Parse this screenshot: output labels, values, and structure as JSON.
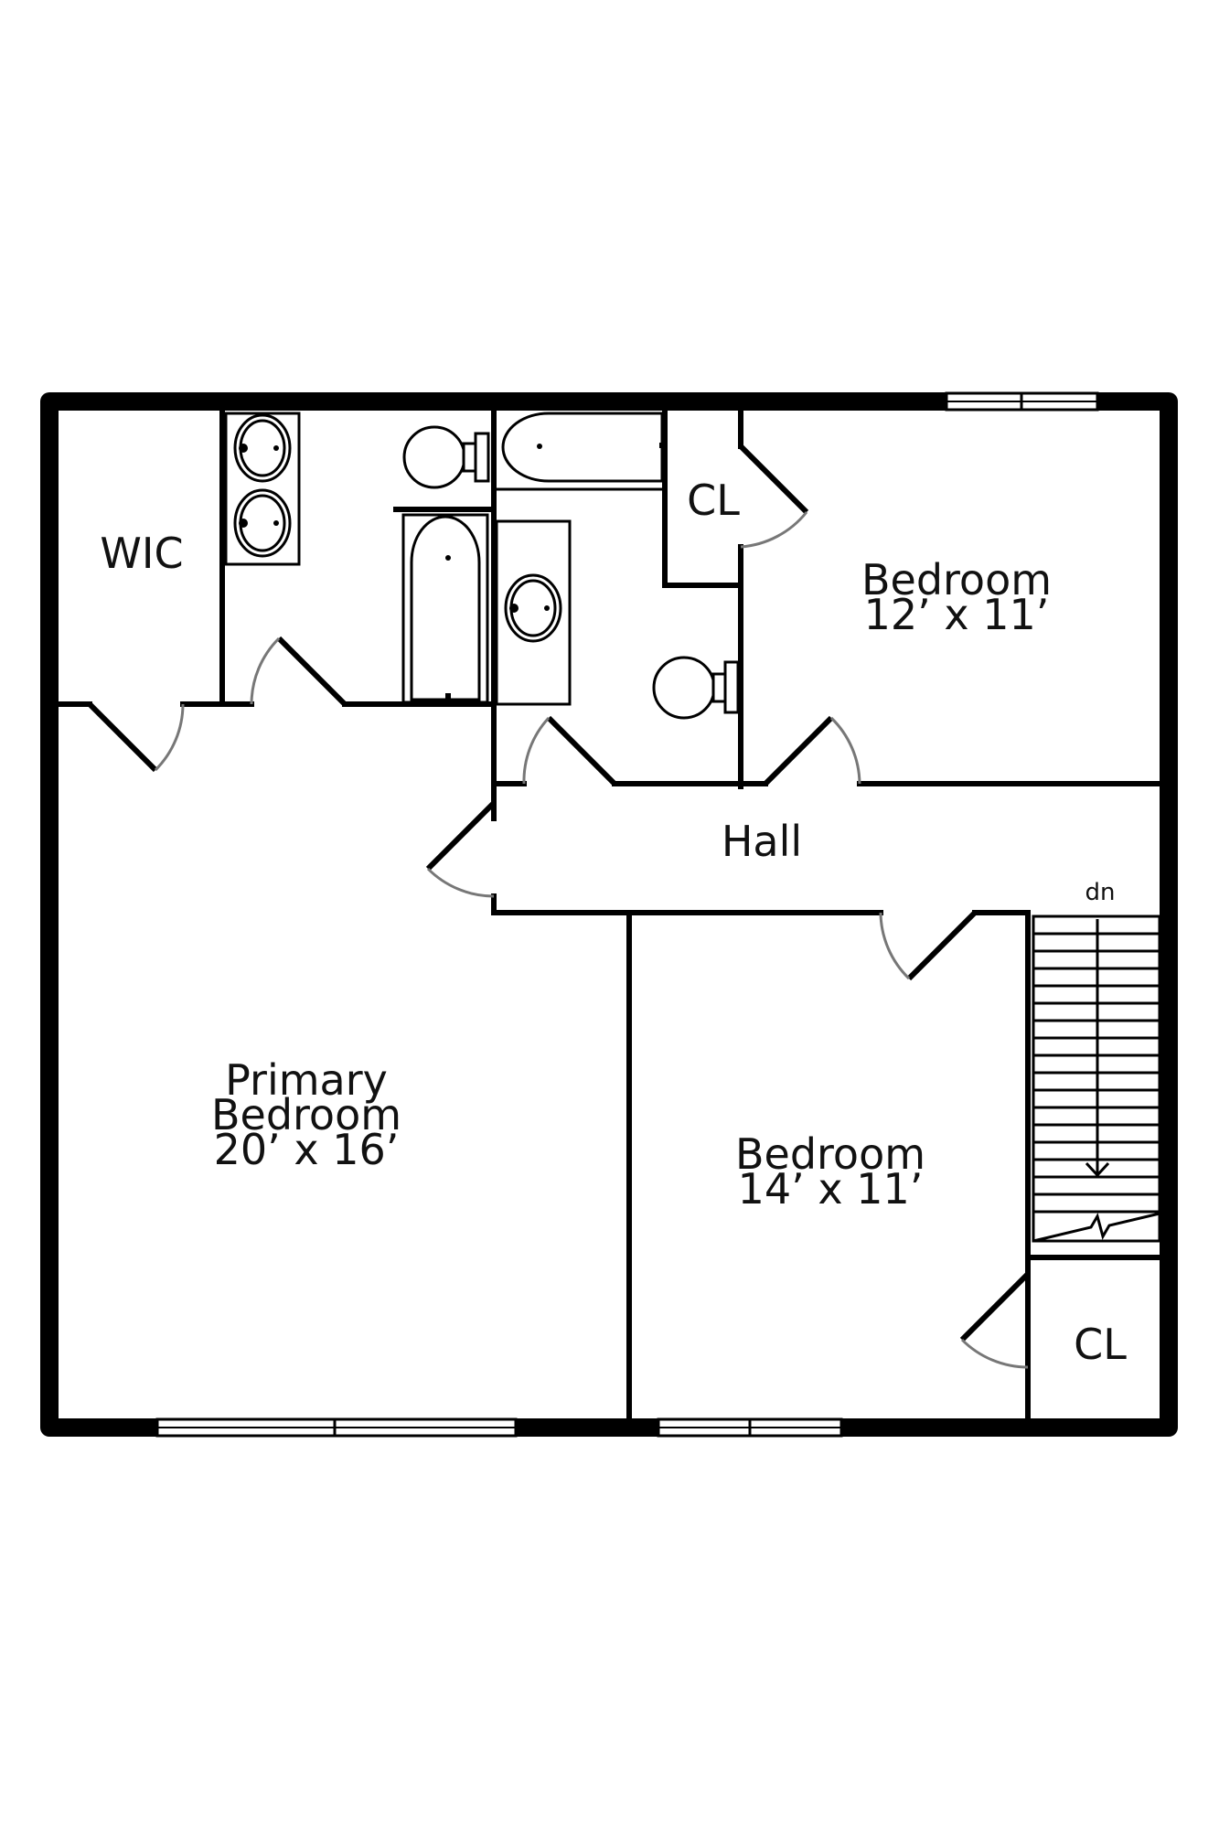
{
  "plan": {
    "rooms": {
      "wic": {
        "name": "WIC"
      },
      "closet_top": {
        "name": "CL"
      },
      "bedroom_a": {
        "name": "Bedroom",
        "dims": "12’ x 11’"
      },
      "hall": {
        "name": "Hall"
      },
      "primary": {
        "line1": "Primary",
        "line2": "Bedroom",
        "dims": "20’ x 16’"
      },
      "bedroom_b": {
        "name": "Bedroom",
        "dims": "14’ x 11’"
      },
      "closet_bottom": {
        "name": "CL"
      }
    },
    "stairs": {
      "label": "dn"
    }
  }
}
